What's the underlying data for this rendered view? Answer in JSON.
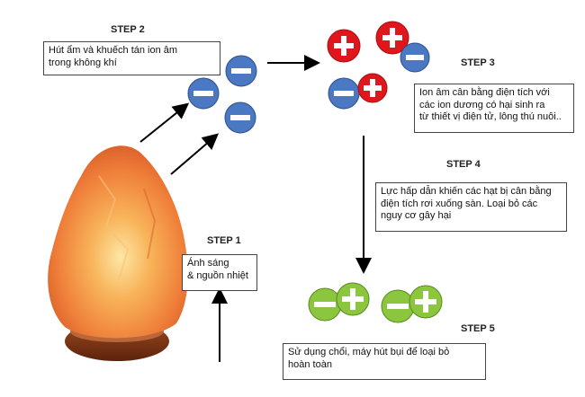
{
  "steps": {
    "step1": {
      "label": "STEP 1",
      "text_line1": "Ánh sáng",
      "text_line2": "& nguồn nhiệt"
    },
    "step2": {
      "label": "STEP 2",
      "text_line1": "Hút ẩm và khuếch tán ion âm",
      "text_line2": "trong không khí"
    },
    "step3": {
      "label": "STEP 3",
      "text_line1": "Ion âm cân bằng điện tích với",
      "text_line2": "các ion dương có hại sinh ra",
      "text_line3": "từ thiết vị điện tử, lông thú nuôi.."
    },
    "step4": {
      "label": "STEP 4",
      "text_line1": "Lực hấp dẫn khiến các hạt bị cân bằng",
      "text_line2": "điện tích rơi xuống sàn. Loại bỏ các",
      "text_line3": "nguy cơ gây hại"
    },
    "step5": {
      "label": "STEP 5",
      "text_line1": "Sử dụng chổi, máy hút bụi để loại bỏ",
      "text_line2": "hoàn toàn"
    }
  },
  "colors": {
    "negative_ion": "#4a78c2",
    "positive_ion": "#e0161d",
    "neutral_ion": "#8cc63f",
    "lamp_glow": "#f6a04a",
    "lamp_base": "#7a3515"
  }
}
